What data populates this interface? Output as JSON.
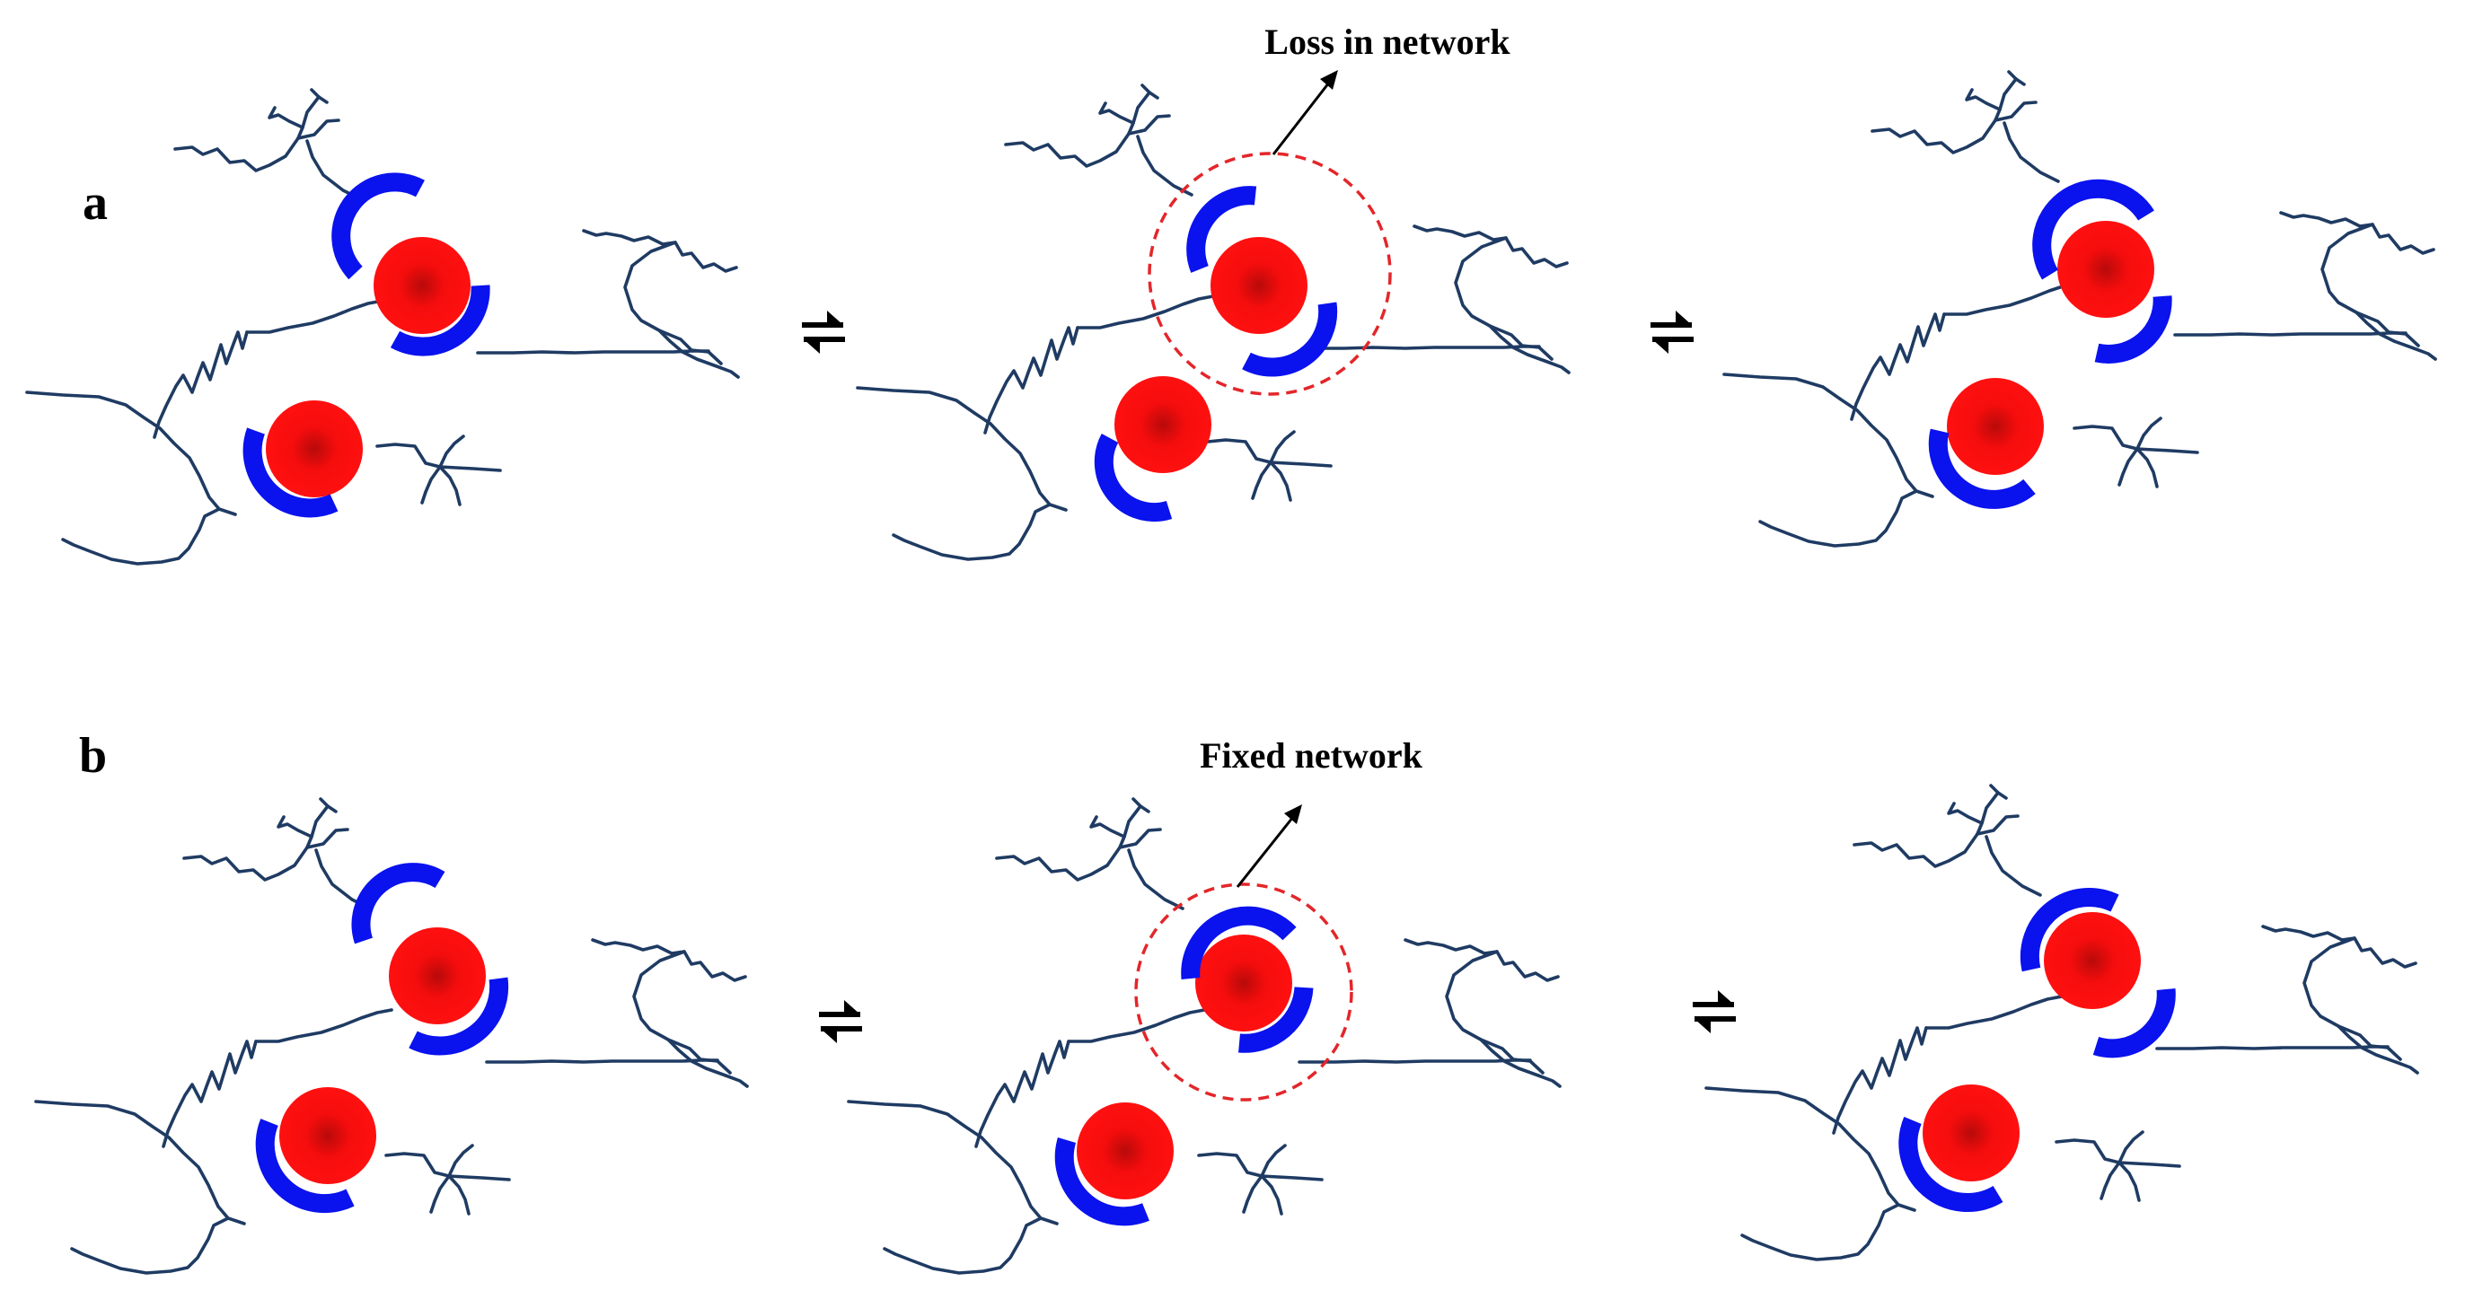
{
  "panels": {
    "a": {
      "label": "a",
      "callout": "Loss in network"
    },
    "b": {
      "label": "b",
      "callout": "Fixed network"
    }
  },
  "colors": {
    "polymer_chain": "#1f3b63",
    "particle_core": "#ff0000",
    "particle_center": "#b80a0a",
    "binding_cap": "#0a12ee",
    "highlight_circle": "#e3262a",
    "text": "#000000"
  },
  "icons": {
    "equilibrium": "reversible-reaction-arrows",
    "pointer": "arrow-up-right"
  }
}
